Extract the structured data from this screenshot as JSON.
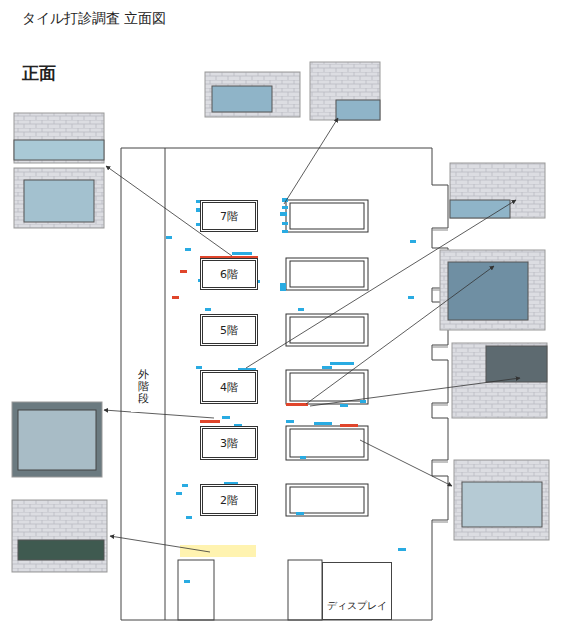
{
  "diagram": {
    "title": "タイル打診調査 立面図",
    "nodes": [
      {
        "text": [
          "外階段"
        ]
      },
      {
        "text": [
          "7階"
        ]
      },
      {
        "text": [
          "6階"
        ]
      },
      {
        "text": [
          "5階"
        ]
      },
      {
        "text": [
          "4階"
        ]
      },
      {
        "text": [
          "3階"
        ]
      },
      {
        "text": [
          "2階"
        ]
      },
      {
        "text": [
          "ディスプレイ"
        ]
      }
    ],
    "labels": [
      "正面"
    ]
  }
}
